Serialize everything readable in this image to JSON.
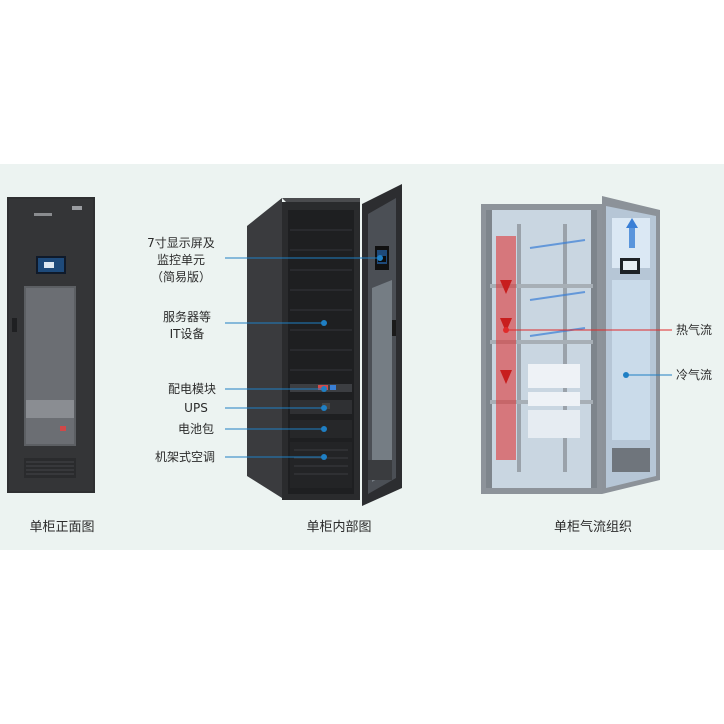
{
  "captions": {
    "front": "单柜正面图",
    "inside": "单柜内部图",
    "airflow": "单柜气流组织"
  },
  "labels": {
    "display_line1": "7寸显示屏及",
    "display_line2": "监控单元",
    "display_line3": "（简易版）",
    "servers_line1": "服务器等",
    "servers_line2": "IT设备",
    "pdu": "配电模块",
    "ups": "UPS",
    "battery": "电池包",
    "ac": "机架式空调",
    "hot": "热气流",
    "cold": "冷气流"
  },
  "colors": {
    "background": "#ecf3f1",
    "cabinet_dark": "#2e2f31",
    "leader_line": "#1f7fc4",
    "hot_air": "#e02a2a",
    "cold_air": "#3a7fd6"
  }
}
